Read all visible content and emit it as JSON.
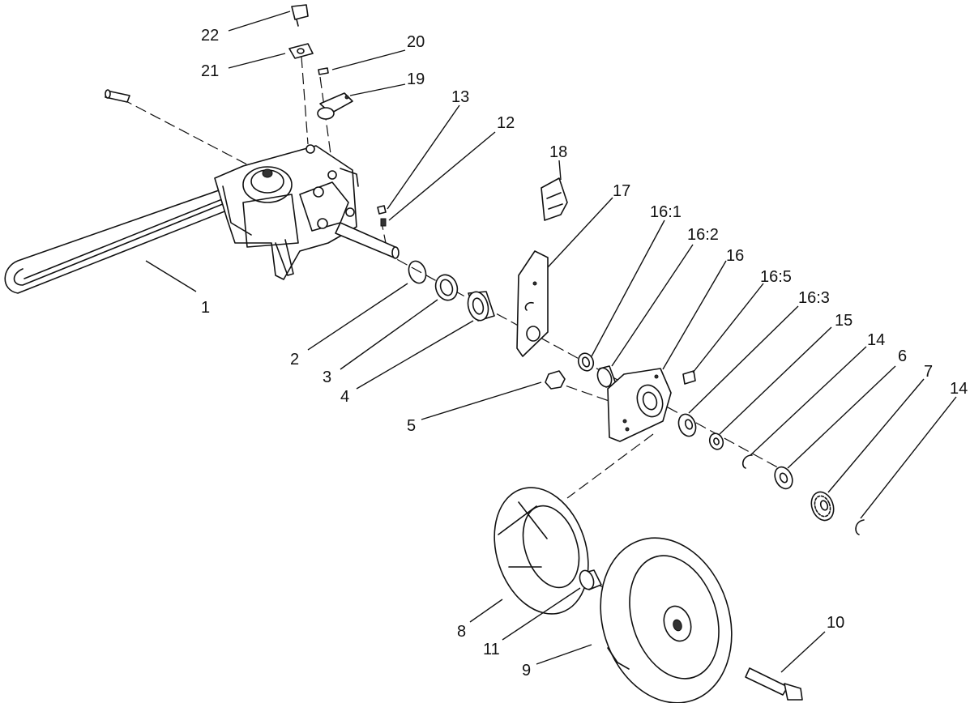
{
  "diagram": {
    "callouts": [
      {
        "id": "22",
        "label": "22"
      },
      {
        "id": "21",
        "label": "21"
      },
      {
        "id": "20",
        "label": "20"
      },
      {
        "id": "19",
        "label": "19"
      },
      {
        "id": "13",
        "label": "13"
      },
      {
        "id": "12",
        "label": "12"
      },
      {
        "id": "18",
        "label": "18"
      },
      {
        "id": "17",
        "label": "17"
      },
      {
        "id": "16_1",
        "label": "16:1"
      },
      {
        "id": "16_2",
        "label": "16:2"
      },
      {
        "id": "16",
        "label": "16"
      },
      {
        "id": "16_5",
        "label": "16:5"
      },
      {
        "id": "16_3",
        "label": "16:3"
      },
      {
        "id": "15",
        "label": "15"
      },
      {
        "id": "14a",
        "label": "14"
      },
      {
        "id": "6",
        "label": "6"
      },
      {
        "id": "7",
        "label": "7"
      },
      {
        "id": "14b",
        "label": "14"
      },
      {
        "id": "1",
        "label": "1"
      },
      {
        "id": "2",
        "label": "2"
      },
      {
        "id": "3",
        "label": "3"
      },
      {
        "id": "4",
        "label": "4"
      },
      {
        "id": "5",
        "label": "5"
      },
      {
        "id": "8",
        "label": "8"
      },
      {
        "id": "11",
        "label": "11"
      },
      {
        "id": "9",
        "label": "9"
      },
      {
        "id": "10",
        "label": "10"
      }
    ]
  }
}
